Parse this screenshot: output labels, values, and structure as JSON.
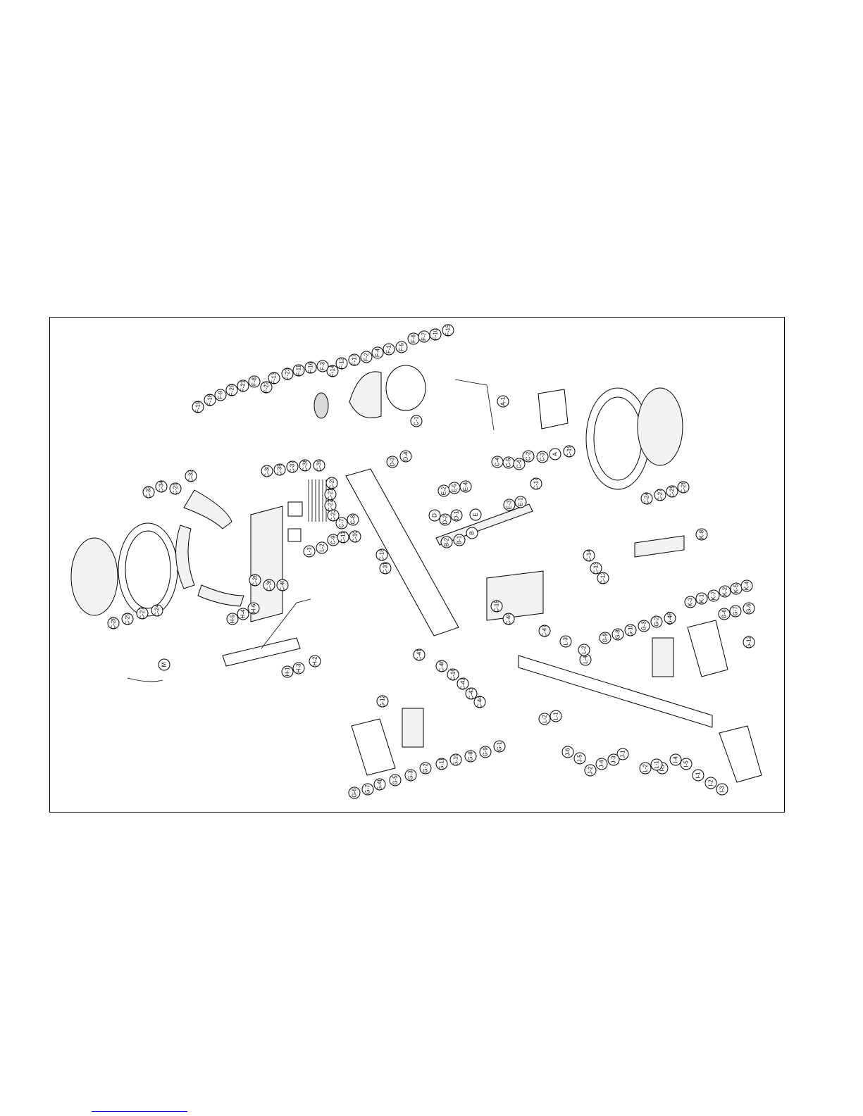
{
  "diagram": {
    "callouts": [
      "F-19",
      "F-18",
      "F-9",
      "F-20",
      "F-21",
      "F-8",
      "F-22",
      "F-13",
      "F-23",
      "F-11",
      "F-16",
      "F-3",
      "F-14",
      "F-12",
      "F-17",
      "F-2",
      "F-4",
      "F-1",
      "F-5",
      "F-6",
      "F-7",
      "F-10",
      "F-15",
      "A-1",
      "A",
      "C-1",
      "C-2",
      "C-3",
      "C-4",
      "C-5",
      "C-6",
      "C-24",
      "C-27",
      "C-29",
      "C-28",
      "C-32",
      "C-34",
      "C-25",
      "C-33",
      "C-30",
      "C-35",
      "C-37",
      "C-38",
      "C-39",
      "C-20",
      "C-21",
      "C-22",
      "C-23",
      "C-7",
      "C-8",
      "C-9",
      "C-11",
      "C-10",
      "C-18",
      "C-31",
      "C-26",
      "C-36",
      "C-40",
      "C-19",
      "C-17",
      "C-15",
      "C-14",
      "C-13",
      "C-12",
      "C-16",
      "C-41",
      "C-42",
      "C-43",
      "C-44",
      "C-45",
      "C-46",
      "C-47",
      "D-3",
      "D-4",
      "D",
      "D-2",
      "D-1",
      "E-2",
      "E-5",
      "E-4",
      "E",
      "E-3",
      "E-1",
      "B",
      "B-1",
      "B-2",
      "L-1",
      "L-2",
      "L-3",
      "L-4",
      "H-5",
      "H-4",
      "H-6",
      "H-1",
      "H-3",
      "H-2",
      "M",
      "K-8",
      "K-3",
      "K-1",
      "K-7",
      "K-2",
      "K-5",
      "K-4",
      "G-12",
      "G-6",
      "G-7",
      "G-4L",
      "G-5",
      "G-3",
      "G-2",
      "G-11",
      "G-10",
      "G-8",
      "G-9",
      "G-1",
      "G-4R",
      "J-1",
      "J-2",
      "J-3",
      "J-4",
      "J-5",
      "J-6",
      "I-1",
      "I-2",
      "I-3",
      "I-4",
      "I-5"
    ]
  },
  "colors": {
    "ink": "#000000",
    "paper": "#ffffff",
    "link": "#0000ee"
  }
}
